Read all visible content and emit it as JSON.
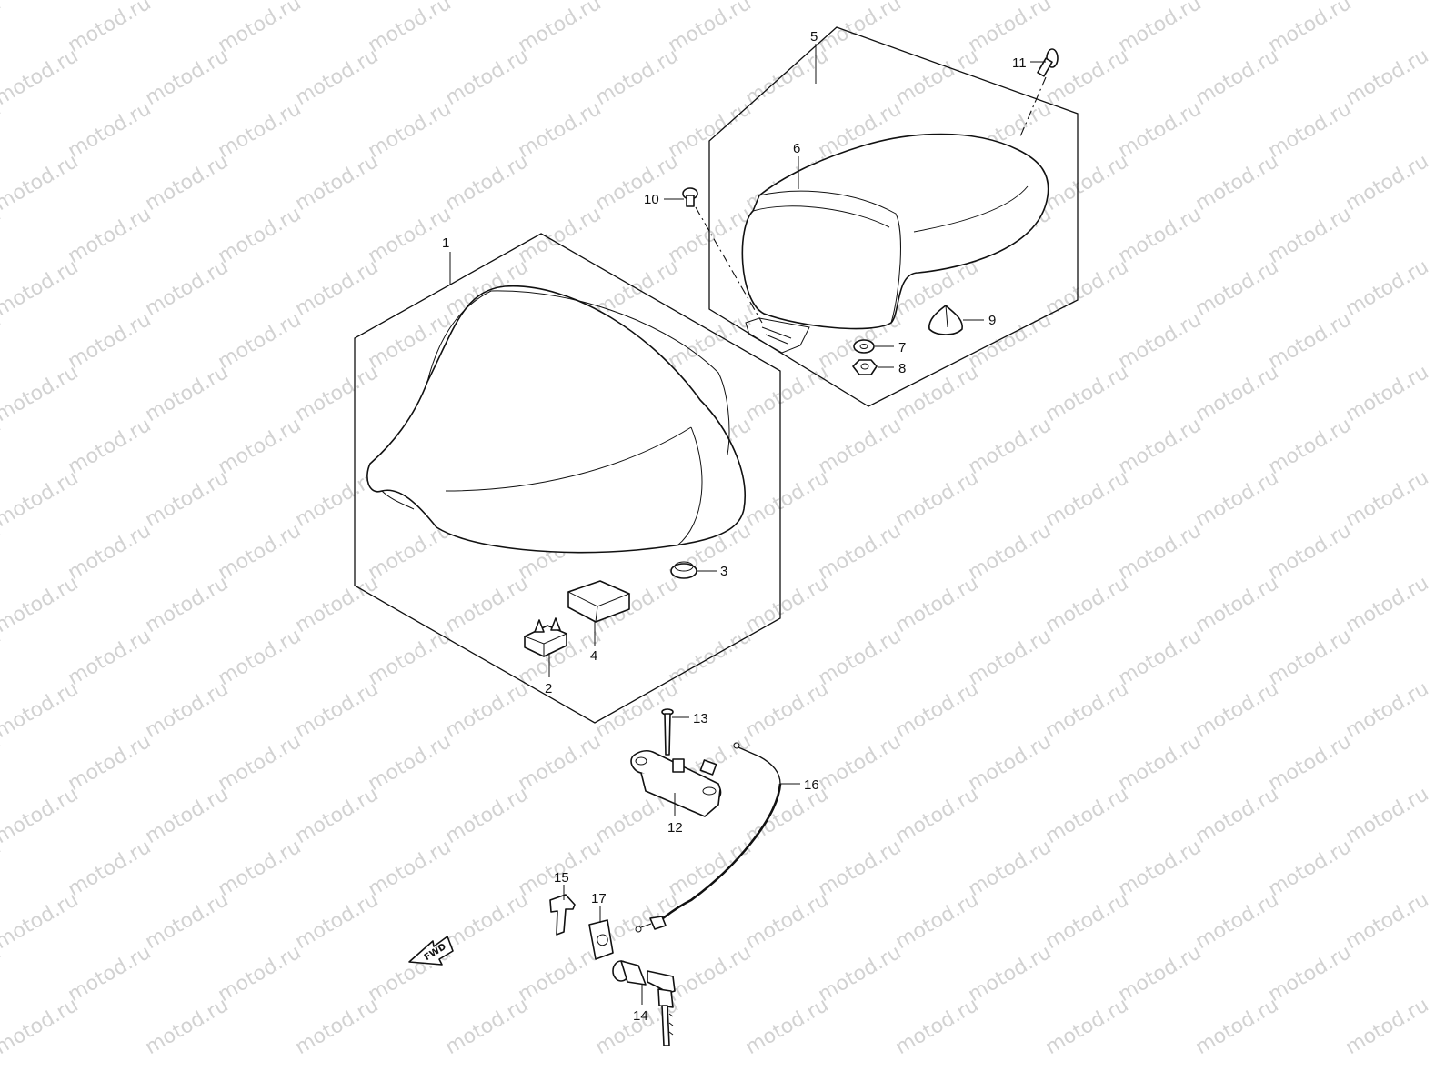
{
  "watermark": "motod.ru",
  "fwd_label": "FWD",
  "callouts": {
    "c1": "1",
    "c2": "2",
    "c3": "3",
    "c4": "4",
    "c5": "5",
    "c6": "6",
    "c7": "7",
    "c8": "8",
    "c9": "9",
    "c10": "10",
    "c11": "11",
    "c12": "12",
    "c13": "13",
    "c14": "14",
    "c15": "15",
    "c16": "16",
    "c17": "17"
  }
}
